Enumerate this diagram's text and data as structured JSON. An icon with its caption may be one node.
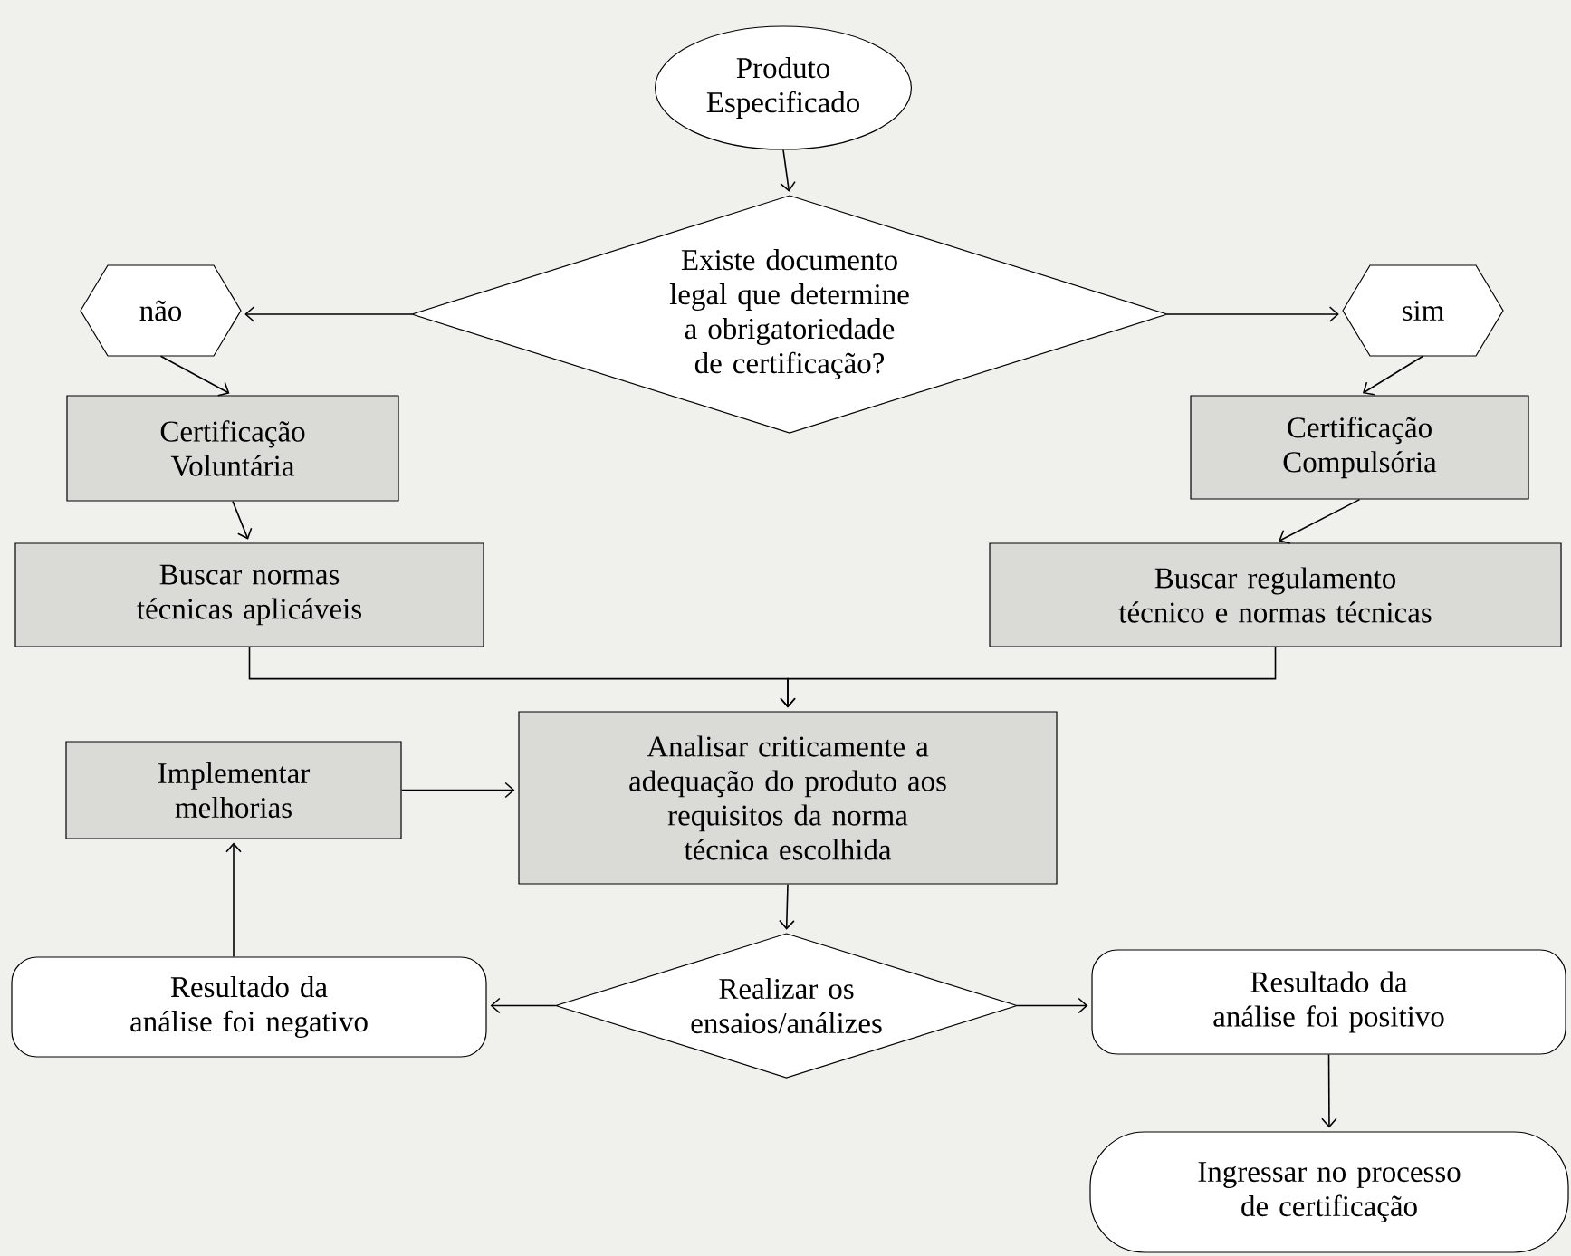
{
  "diagram": {
    "nodes": [
      {
        "text": [
          "Produto Especificado"
        ]
      },
      {
        "text": [
          "Existe documento legal que determine a obrigatoriedade de certificação?"
        ]
      },
      {
        "text": [
          "não"
        ]
      },
      {
        "text": [
          "sim"
        ]
      },
      {
        "text": [
          "Certificação Voluntária"
        ]
      },
      {
        "text": [
          "Certificação Compulsória"
        ]
      },
      {
        "text": [
          "Buscar normas técnicas aplicáveis"
        ]
      },
      {
        "text": [
          "Buscar regulamento técnico e normas técnicas"
        ]
      },
      {
        "text": [
          "Implementar melhorias"
        ]
      },
      {
        "text": [
          "Analisar criticamente a adequação do produto aos requisitos da norma técnica escolhida"
        ]
      },
      {
        "text": [
          "Resultado da análise foi negativo"
        ]
      },
      {
        "text": [
          "Realizar os ensaios/análizes"
        ]
      },
      {
        "text": [
          "Resultado da análise foi positivo"
        ]
      },
      {
        "text": [
          "Ingressar no processo de certificação"
        ]
      }
    ],
    "edges": [
      {
        "from": 0,
        "to": 1,
        "arrow": "to"
      },
      {
        "from": 1,
        "to": 2,
        "arrow": "to"
      },
      {
        "from": 1,
        "to": 3,
        "arrow": "to"
      },
      {
        "from": 2,
        "to": 4,
        "arrow": "to"
      },
      {
        "from": 3,
        "to": 5,
        "arrow": "to"
      },
      {
        "from": 4,
        "to": 6,
        "arrow": "to"
      },
      {
        "from": 5,
        "to": 7,
        "arrow": "to"
      },
      {
        "from": 6,
        "to": 9,
        "arrow": "to"
      },
      {
        "from": 7,
        "to": 9,
        "arrow": "to"
      },
      {
        "from": 8,
        "to": 9,
        "arrow": "to"
      },
      {
        "from": 9,
        "to": 11,
        "arrow": "to"
      },
      {
        "from": 11,
        "to": 10,
        "arrow": "to"
      },
      {
        "from": 11,
        "to": 12,
        "arrow": "to"
      },
      {
        "from": 10,
        "to": 8,
        "arrow": "to"
      },
      {
        "from": 12,
        "to": 13,
        "arrow": "to"
      }
    ]
  }
}
